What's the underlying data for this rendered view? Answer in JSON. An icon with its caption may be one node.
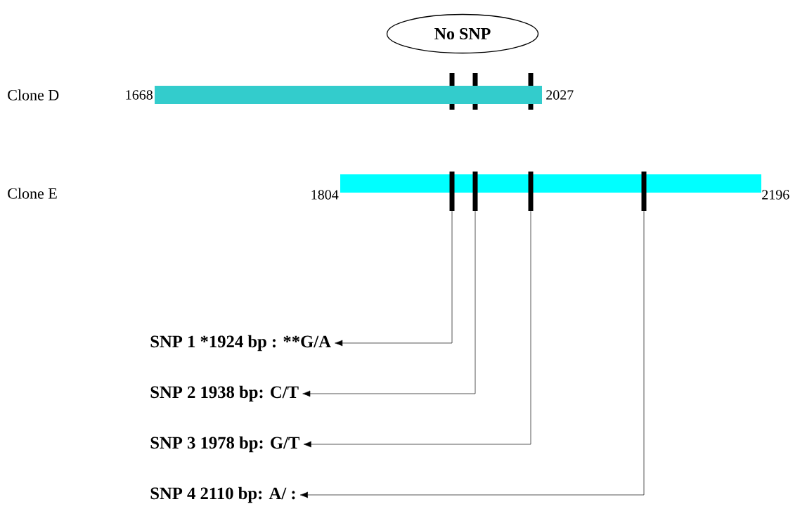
{
  "diagram": {
    "nodes": [
      {
        "text": [
          "No SNP"
        ]
      },
      {
        "text": [],
        "shape": "bar",
        "beside": [
          "1668",
          "2027"
        ]
      },
      {
        "text": [],
        "shape": "bar",
        "beside": [
          "1804",
          "2196"
        ]
      },
      {
        "text": [],
        "shape": "bar"
      },
      {
        "text": [],
        "shape": "bar"
      },
      {
        "text": [],
        "shape": "bar"
      },
      {
        "text": [],
        "shape": "bar"
      },
      {
        "text": [
          "SNP 1 *1924 bp : **G/A"
        ]
      },
      {
        "text": [
          "SNP 2 1938 bp: C/T"
        ]
      },
      {
        "text": [
          "SNP 3 1978 bp: G/T"
        ]
      },
      {
        "text": [
          "SNP 4 2110 bp: A/ :"
        ]
      }
    ],
    "labels": [
      "Clone D",
      "Clone E"
    ],
    "edges": [
      {
        "from": 3,
        "to": 7,
        "arrow": "to"
      },
      {
        "from": 4,
        "to": 8,
        "arrow": "to"
      },
      {
        "from": 5,
        "to": 9,
        "arrow": "to"
      },
      {
        "from": 6,
        "to": 10,
        "arrow": "to"
      }
    ]
  }
}
